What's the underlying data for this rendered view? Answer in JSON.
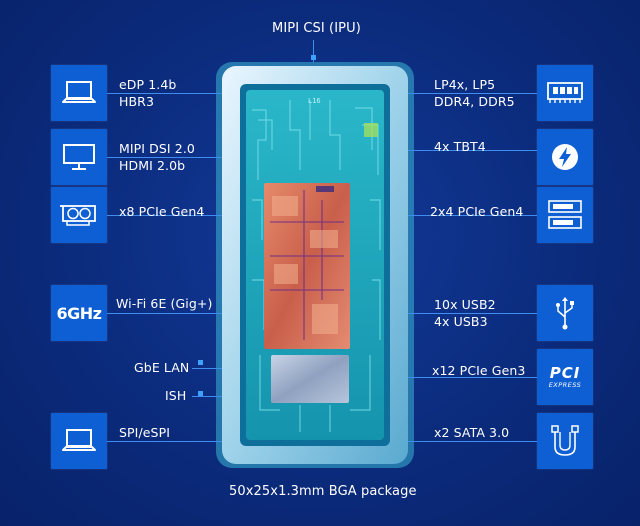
{
  "top": {
    "label": "MIPI CSI (IPU)"
  },
  "bottom": {
    "label": "50x25x1.3mm BGA package"
  },
  "die_marking": "L16",
  "left": [
    {
      "lines": [
        "eDP 1.4b",
        "HBR3"
      ],
      "icon": "laptop-icon"
    },
    {
      "lines": [
        "MIPI DSI 2.0",
        "HDMI 2.0b"
      ],
      "icon": "monitor-icon"
    },
    {
      "lines": [
        "x8 PCIe Gen4"
      ],
      "icon": "graphics-card-icon"
    },
    {
      "lines": [
        "Wi-Fi 6E (Gig+)"
      ],
      "icon": "wifi-6ghz-icon",
      "badge": "6GHz"
    },
    {
      "lines": [
        "GbE LAN"
      ],
      "icon": ""
    },
    {
      "lines": [
        "ISH"
      ],
      "icon": ""
    },
    {
      "lines": [
        "SPI/eSPI"
      ],
      "icon": "laptop-icon"
    }
  ],
  "right": [
    {
      "lines": [
        "LP4x, LP5",
        "DDR4, DDR5"
      ],
      "icon": "memory-module-icon"
    },
    {
      "lines": [
        "4x TBT4"
      ],
      "icon": "thunderbolt-icon"
    },
    {
      "lines": [
        "2x4 PCIe Gen4"
      ],
      "icon": "ssd-icon"
    },
    {
      "lines": [
        "10x USB2",
        "4x USB3"
      ],
      "icon": "usb-icon"
    },
    {
      "lines": [
        "x12 PCIe Gen3"
      ],
      "icon": "pci-express-icon",
      "badge": "PCI",
      "badge_sub": "EXPRESS"
    },
    {
      "lines": [
        "x2 SATA 3.0"
      ],
      "icon": "sata-cable-icon"
    }
  ],
  "colors": {
    "background": "#0b2b7c",
    "icon_box": "#0f5fd4",
    "line": "#3f8df0",
    "package": "#1fb6c8",
    "die": "#d9735a"
  }
}
